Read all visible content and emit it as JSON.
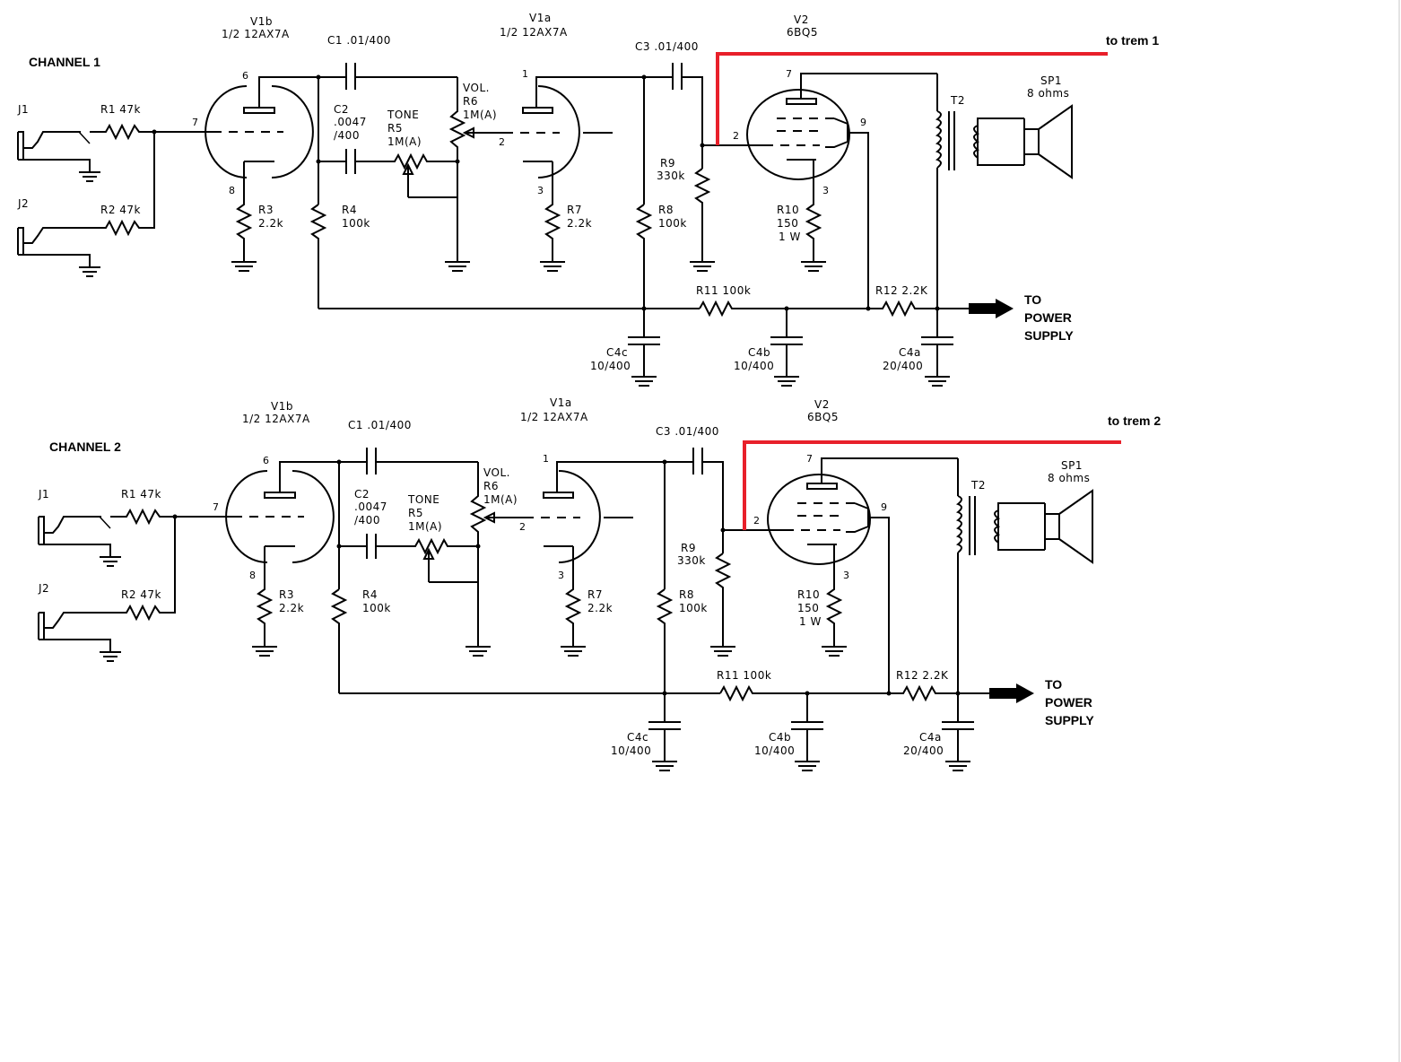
{
  "channels": [
    {
      "title": "CHANNEL 1",
      "trem": "to trem 1",
      "j1": "J1",
      "j2": "J2",
      "r1": "R1 47k",
      "r2": "R2 47k",
      "v1b_a": "V1b",
      "v1b_b": "1/2 12AX7A",
      "v1a_a": "V1a",
      "v1a_b": "1/2 12AX7A",
      "v2_a": "V2",
      "v2_b": "6BQ5",
      "c1": "C1 .01/400",
      "c2_a": "C2",
      "c2_b": ".0047",
      "c2_c": "/400",
      "tone_a": "TONE",
      "tone_b": "R5",
      "tone_c": "1M(A)",
      "vol_a": "VOL.",
      "vol_b": "R6",
      "vol_c": "1M(A)",
      "c3": "C3 .01/400",
      "r3_a": "R3",
      "r3_b": "2.2k",
      "r4_a": "R4",
      "r4_b": "100k",
      "r7_a": "R7",
      "r7_b": "2.2k",
      "r8_a": "R8",
      "r8_b": "100k",
      "r9_a": "R9",
      "r9_b": "330k",
      "r10_a": "R10",
      "r10_b": "150",
      "r10_c": "1 W",
      "r11": "R11 100k",
      "r12": "R12 2.2K",
      "c4c_a": "C4c",
      "c4c_b": "10/400",
      "c4b_a": "C4b",
      "c4b_b": "10/400",
      "c4a_a": "C4a",
      "c4a_b": "20/400",
      "t2": "T2",
      "sp_a": "SP1",
      "sp_b": "8 ohms",
      "ps_a": "TO",
      "ps_b": "POWER",
      "ps_c": "SUPPLY",
      "pins": {
        "p6": "6",
        "p7": "7",
        "p8": "8",
        "p1": "1",
        "p2": "2",
        "p3": "3",
        "q7": "7",
        "q2": "2",
        "q9": "9",
        "q3": "3"
      }
    },
    {
      "title": "CHANNEL 2",
      "trem": "to trem 2",
      "j1": "J1",
      "j2": "J2",
      "r1": "R1 47k",
      "r2": "R2 47k",
      "v1b_a": "V1b",
      "v1b_b": "1/2 12AX7A",
      "v1a_a": "V1a",
      "v1a_b": "1/2 12AX7A",
      "v2_a": "V2",
      "v2_b": "6BQ5",
      "c1": "C1 .01/400",
      "c2_a": "C2",
      "c2_b": ".0047",
      "c2_c": "/400",
      "tone_a": "TONE",
      "tone_b": "R5",
      "tone_c": "1M(A)",
      "vol_a": "VOL.",
      "vol_b": "R6",
      "vol_c": "1M(A)",
      "c3": "C3 .01/400",
      "r3_a": "R3",
      "r3_b": "2.2k",
      "r4_a": "R4",
      "r4_b": "100k",
      "r7_a": "R7",
      "r7_b": "2.2k",
      "r8_a": "R8",
      "r8_b": "100k",
      "r9_a": "R9",
      "r9_b": "330k",
      "r10_a": "R10",
      "r10_b": "150",
      "r10_c": "1 W",
      "r11": "R11 100k",
      "r12": "R12 2.2K",
      "c4c_a": "C4c",
      "c4c_b": "10/400",
      "c4b_a": "C4b",
      "c4b_b": "10/400",
      "c4a_a": "C4a",
      "c4a_b": "20/400",
      "t2": "T2",
      "sp_a": "SP1",
      "sp_b": "8 ohms",
      "ps_a": "TO",
      "ps_b": "POWER",
      "ps_c": "SUPPLY",
      "pins": {
        "p6": "6",
        "p7": "7",
        "p8": "8",
        "p1": "1",
        "p2": "2",
        "p3": "3",
        "q7": "7",
        "q2": "2",
        "q9": "9",
        "q3": "3"
      }
    }
  ]
}
